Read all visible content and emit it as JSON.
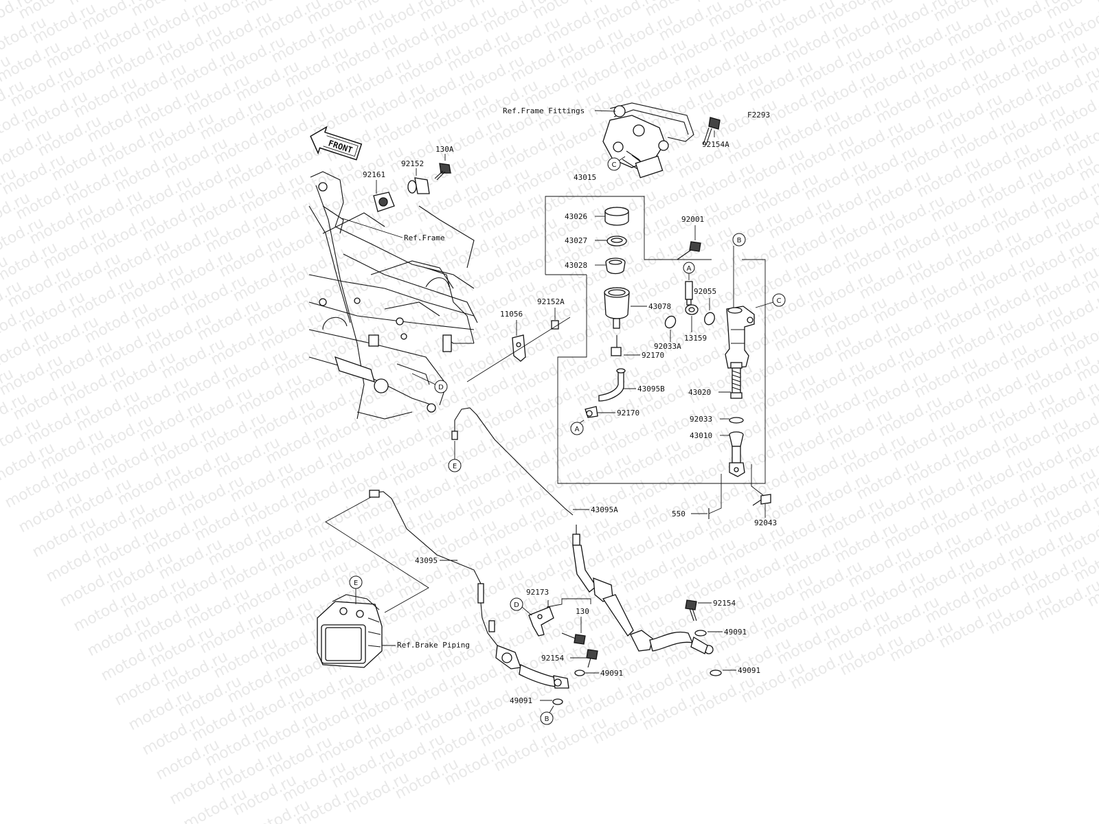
{
  "watermark": "motod.ru",
  "diagram_code": "F2293",
  "front_label": "FRONT",
  "refs": {
    "frame_fittings": "Ref.Frame Fittings",
    "frame": "Ref.Frame",
    "brake_piping": "Ref.Brake Piping"
  },
  "parts": {
    "p92154A": "92154A",
    "p43015": "43015",
    "p43026": "43026",
    "p43027": "43027",
    "p43028": "43028",
    "p43078": "43078",
    "p92001": "92001",
    "p92055": "92055",
    "p92033A": "92033A",
    "p13159": "13159",
    "p92170a": "92170",
    "p43095B": "43095B",
    "p92170b": "92170",
    "p43020": "43020",
    "p92033": "92033",
    "p43010": "43010",
    "p550": "550",
    "p92043": "92043",
    "p130A": "130A",
    "p92152": "92152",
    "p92161": "92161",
    "p11056": "11056",
    "p92152A": "92152A",
    "p43095A": "43095A",
    "p43095": "43095",
    "p92173": "92173",
    "p130": "130",
    "p92154a": "92154",
    "p49091a": "49091",
    "p49091b": "49091",
    "p92154b": "92154",
    "p49091c": "49091",
    "p49091d": "49091"
  },
  "callouts": {
    "A": "A",
    "B": "B",
    "C": "C",
    "D": "D",
    "E": "E"
  }
}
